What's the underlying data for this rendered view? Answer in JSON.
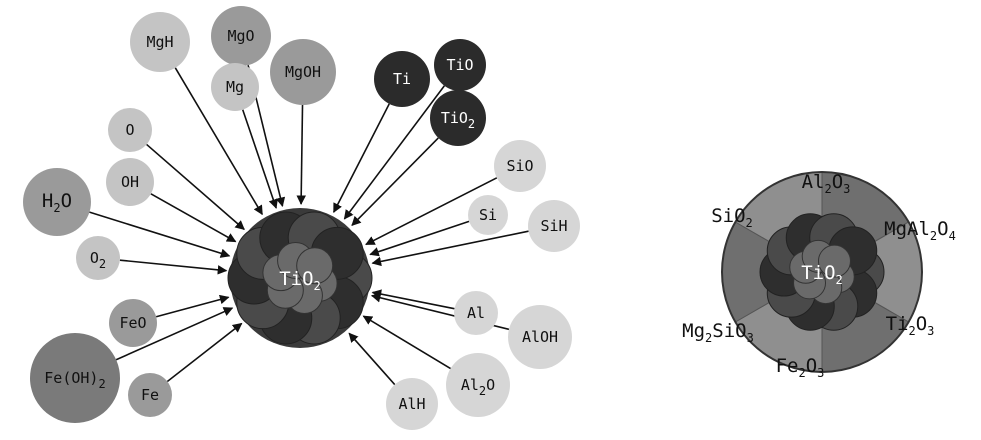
{
  "left_diagram": {
    "core": {
      "label": "TiO",
      "sub": "2"
    },
    "species": [
      {
        "key": "MgH",
        "text": "MgH",
        "sub": "",
        "tone": "light"
      },
      {
        "key": "MgO",
        "text": "MgO",
        "sub": "",
        "tone": "mid"
      },
      {
        "key": "Mg",
        "text": "Mg",
        "sub": "",
        "tone": "light"
      },
      {
        "key": "MgOH",
        "text": "MgOH",
        "sub": "",
        "tone": "mid"
      },
      {
        "key": "Ti",
        "text": "Ti",
        "sub": "",
        "tone": "dark"
      },
      {
        "key": "TiO",
        "text": "TiO",
        "sub": "",
        "tone": "dark"
      },
      {
        "key": "TiO2",
        "text": "TiO",
        "sub": "2",
        "tone": "dark"
      },
      {
        "key": "O",
        "text": "O",
        "sub": "",
        "tone": "light"
      },
      {
        "key": "OH",
        "text": "OH",
        "sub": "",
        "tone": "light"
      },
      {
        "key": "H2O",
        "text": "H",
        "sub": "2",
        "after": "O",
        "tone": "mid"
      },
      {
        "key": "O2",
        "text": "O",
        "sub": "2",
        "tone": "light"
      },
      {
        "key": "SiO",
        "text": "SiO",
        "sub": "",
        "tone": "pale"
      },
      {
        "key": "Si",
        "text": "Si",
        "sub": "",
        "tone": "pale"
      },
      {
        "key": "SiH",
        "text": "SiH",
        "sub": "",
        "tone": "pale"
      },
      {
        "key": "FeO",
        "text": "FeO",
        "sub": "",
        "tone": "mid"
      },
      {
        "key": "FeOH2",
        "text": "Fe(OH)",
        "sub": "2",
        "tone": "grey"
      },
      {
        "key": "Fe",
        "text": "Fe",
        "sub": "",
        "tone": "mid"
      },
      {
        "key": "Al",
        "text": "Al",
        "sub": "",
        "tone": "pale"
      },
      {
        "key": "AlOH",
        "text": "AlOH",
        "sub": "",
        "tone": "pale"
      },
      {
        "key": "Al2O",
        "text": "Al",
        "sub": "2",
        "after": "O",
        "tone": "pale"
      },
      {
        "key": "AlH",
        "text": "AlH",
        "sub": "",
        "tone": "pale"
      }
    ]
  },
  "right_diagram": {
    "core": {
      "label": "TiO",
      "sub": "2"
    },
    "shell": [
      {
        "key": "Al2O3",
        "parts": [
          "Al",
          "2",
          "O",
          "3"
        ]
      },
      {
        "key": "SiO2",
        "parts": [
          "SiO",
          "2"
        ]
      },
      {
        "key": "MgAl2O4",
        "parts": [
          "MgAl",
          "2",
          "O",
          "4"
        ]
      },
      {
        "key": "Mg2SiO3",
        "parts": [
          "Mg",
          "2",
          "SiO",
          "3"
        ]
      },
      {
        "key": "Ti2O3",
        "parts": [
          "Ti",
          "2",
          "O",
          "3"
        ]
      },
      {
        "key": "Fe2O3",
        "parts": [
          "Fe",
          "2",
          "O",
          "3"
        ]
      }
    ]
  },
  "colors": {
    "dark": "#2b2b2b",
    "mid": "#9a9a9a",
    "light": "#c4c4c4",
    "pale": "#d6d6d6",
    "grey": "#7a7a7a",
    "core_dark": "#3a3a3a",
    "core_light": "#6a6a6a",
    "shell_a": "#8f8f8f",
    "shell_b": "#6f6f6f"
  }
}
